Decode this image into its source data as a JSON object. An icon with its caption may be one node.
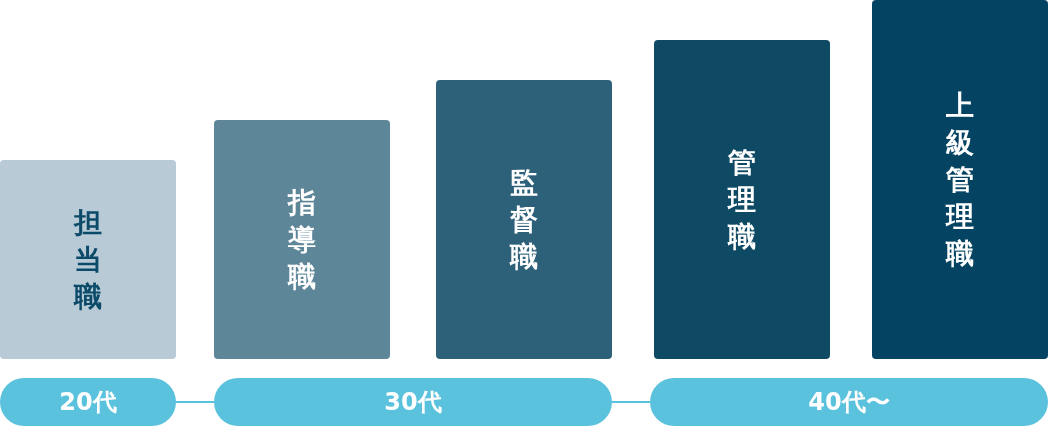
{
  "diagram": {
    "nodes": [
      {
        "text": [
          "担当職"
        ]
      },
      {
        "text": [
          "指導職"
        ]
      },
      {
        "text": [
          "監督職"
        ]
      },
      {
        "text": [
          "管理職"
        ]
      },
      {
        "text": [
          "上級管理職"
        ]
      },
      {
        "text": [
          "20代"
        ]
      },
      {
        "text": [
          "30代"
        ]
      },
      {
        "text": [
          "40代〜"
        ]
      }
    ],
    "edges": [
      {
        "from": 5,
        "to": 6,
        "arrow": "none"
      },
      {
        "from": 6,
        "to": 7,
        "arrow": "none"
      }
    ]
  }
}
